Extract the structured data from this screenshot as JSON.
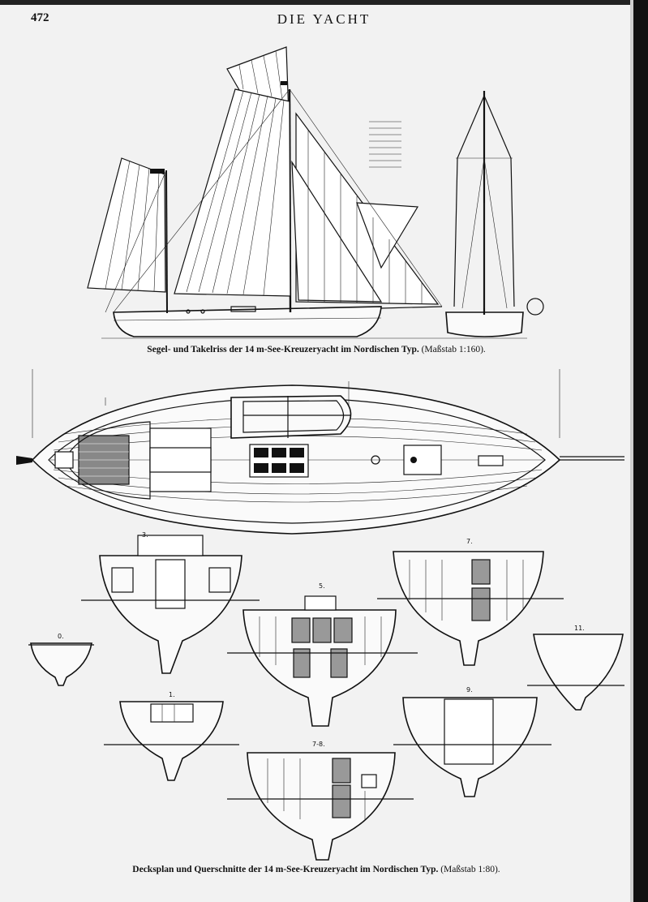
{
  "header": {
    "page_number": "472",
    "running_head": "DIE YACHT"
  },
  "figure1": {
    "caption": "Segel- und Takelriss der 14 m-See-Kreuzeryacht im Nordischen Typ.",
    "scale": "(Maßstab 1:160)."
  },
  "figure2": {
    "caption": "Decksplan und Querschnitte der 14 m-See-Kreuzeryacht im Nordischen Typ.",
    "scale": "(Maßstab 1:80)."
  },
  "section_labels": {
    "s3": "3.",
    "s5": "5.",
    "s7": "7.",
    "s0": "0.",
    "s1": "1.",
    "s9": "9.",
    "s11": "11.",
    "s78": "7-8."
  }
}
